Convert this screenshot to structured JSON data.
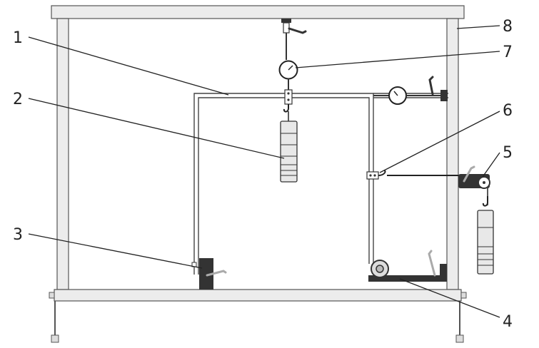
{
  "callouts": [
    {
      "id": "1",
      "label": "1"
    },
    {
      "id": "2",
      "label": "2"
    },
    {
      "id": "3",
      "label": "3"
    },
    {
      "id": "4",
      "label": "4"
    },
    {
      "id": "5",
      "label": "5"
    },
    {
      "id": "6",
      "label": "6"
    },
    {
      "id": "7",
      "label": "7"
    },
    {
      "id": "8",
      "label": "8"
    }
  ],
  "colors": {
    "frame_fill": "#ececec",
    "frame_stroke": "#555555",
    "dark_part": "#333333",
    "weight_fill": "#e8e8e8",
    "line": "#222222"
  }
}
